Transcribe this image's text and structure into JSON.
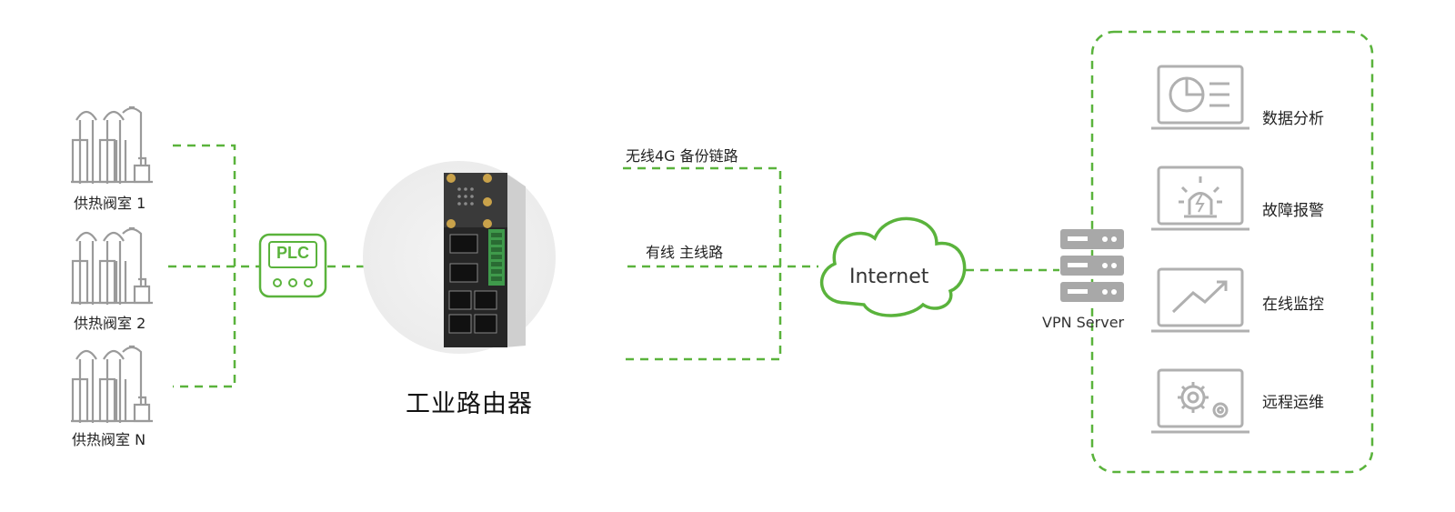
{
  "rooms": [
    {
      "label": "供热阀室 1"
    },
    {
      "label": "供热阀室 2"
    },
    {
      "label": "供热阀室 N"
    }
  ],
  "plc": {
    "label": "PLC"
  },
  "router": {
    "label": "工业路由器"
  },
  "links": {
    "wireless": "无线4G 备份链路",
    "wired": "有线 主线路"
  },
  "internet": {
    "label": "Internet"
  },
  "vpn": {
    "label": "VPN Server"
  },
  "functions": [
    {
      "label": "数据分析",
      "icon": "pie-chart-icon"
    },
    {
      "label": "故障报警",
      "icon": "alarm-light-icon"
    },
    {
      "label": "在线监控",
      "icon": "trend-chart-icon"
    },
    {
      "label": "远程运维",
      "icon": "gears-icon"
    }
  ],
  "colors": {
    "accent": "#5ab33c",
    "icon_gray": "#a8a8a8",
    "dash": "#6aa84f"
  }
}
